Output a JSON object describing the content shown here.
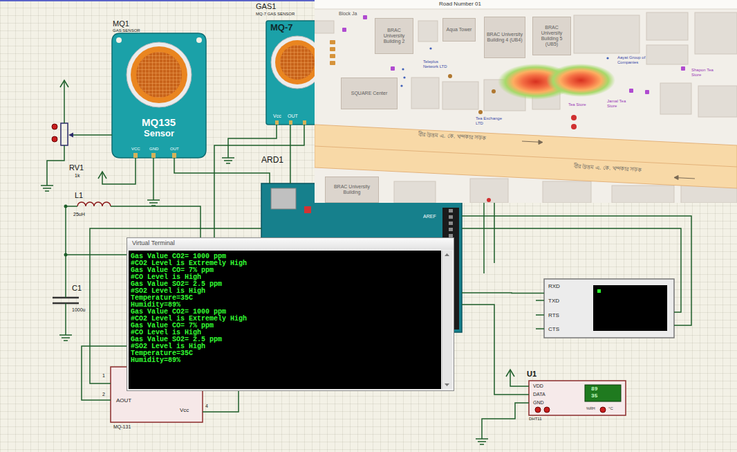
{
  "diagram": {
    "nodes": [
      {
        "text": [
          "MQ1",
          "GAS SENSOR",
          "MQ135",
          "Sensor",
          "VCC",
          "GND",
          "OUT"
        ]
      },
      {
        "text": [
          "GAS1",
          "MQ-7 GAS SENSOR",
          "MQ-7",
          "Vcc",
          "OUT"
        ]
      },
      {
        "text": [
          "ARD1"
        ]
      },
      {
        "text": [
          "Road Number 01"
        ]
      },
      {
        "text": [
          "BRAC University Building 2"
        ],
        "in": 3
      },
      {
        "text": [
          "Aqua Tower"
        ],
        "in": 3
      },
      {
        "text": [
          "BRAC University Building 4 (UB4)"
        ],
        "in": 3
      },
      {
        "text": [
          "BRAC University Building 5 (UB5)"
        ],
        "in": 3
      },
      {
        "text": [
          "SQUARE Center"
        ],
        "in": 3
      },
      {
        "text": [
          "BRAC University Building"
        ],
        "in": 3
      },
      {
        "text": [
          "Virtual Terminal",
          "Gas Value CO2= 1000 ppm",
          "#CO2 Level is Extremely High",
          "Gas Value CO= 7% ppm",
          "#CO Level is High",
          "Gas Value SO2= 2.5 ppm",
          "#SO2 Level is High",
          "Temperature=35C",
          "Humidity=89%",
          "Gas Value CO2= 1000 ppm",
          "#CO2 Level is Extremely High",
          "Gas Value CO= 7% ppm",
          "#CO Level is High",
          "Gas Value SO2= 2.5 ppm",
          "#SO2 Level is High",
          "Temperature=35C",
          "Humidity=89%"
        ]
      },
      {
        "text": [
          "RXD",
          "TXD",
          "RTS",
          "CTS"
        ]
      },
      {
        "text": [
          "AOUT",
          "Vcc",
          "MQ-131"
        ]
      },
      {
        "text": [
          "U1",
          "VDD",
          "DATA",
          "GND",
          "89",
          "35",
          "%RH",
          "°C",
          "DHT11"
        ]
      }
    ],
    "edges": [
      {
        "from": 0,
        "to": 2,
        "arrow": "none"
      },
      {
        "from": 1,
        "to": 2,
        "arrow": "none"
      },
      {
        "from": 12,
        "to": 2,
        "arrow": "none"
      },
      {
        "from": 13,
        "to": 2,
        "arrow": "none"
      },
      {
        "from": 11,
        "to": 2,
        "arrow": "none"
      }
    ],
    "labels": [
      "RV1",
      "1k",
      "L1",
      "25uH",
      "C1",
      "1000u",
      "AREF",
      "1",
      "2",
      "4",
      "Block Ja",
      "Teleplus Network LTD",
      "Aayat Group of Companies",
      "Tea Exchange LTD",
      "Tea Store",
      "Jamal Tea Store",
      "Shapon Tea Store",
      "বীর উত্তম এ. কে. খন্দকার সড়ক",
      "বীর উত্তম এ. কে. খন্দকার সড়ক"
    ]
  }
}
